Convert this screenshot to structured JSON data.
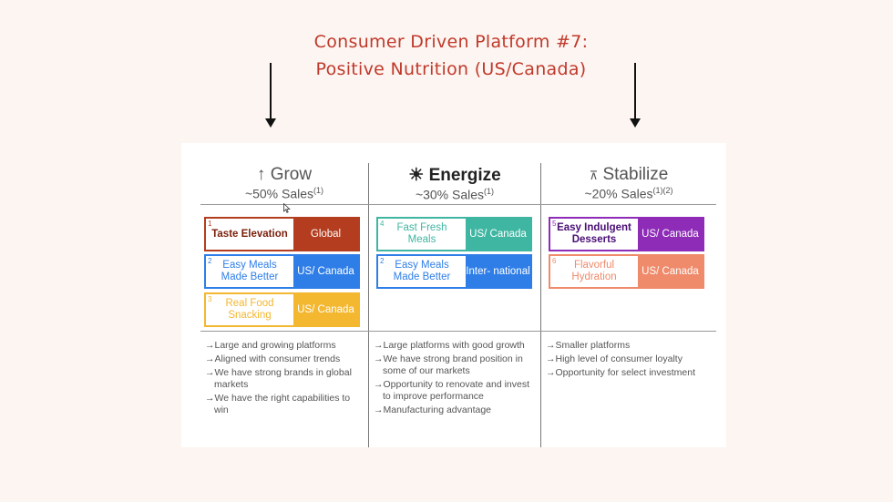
{
  "title": {
    "line1": "Consumer Driven Platform #7:",
    "line2": "Positive Nutrition (US/Canada)"
  },
  "columns": [
    {
      "icon": "up-arrow-icon",
      "name": "Grow",
      "sales": "~50% Sales",
      "footnote": "(1)",
      "platforms": [
        {
          "number": "1",
          "name": "Taste Elevation",
          "region": "Global",
          "color": "#b33d1e"
        },
        {
          "number": "2",
          "name": "Easy Meals Made Better",
          "region": "US/ Canada",
          "color": "#2f7ee8"
        },
        {
          "number": "3",
          "name": "Real Food Snacking",
          "region": "US/ Canada",
          "color": "#f3b730"
        }
      ],
      "bullets": [
        "Large and growing platforms",
        "Aligned with consumer trends",
        "We have strong brands in global markets",
        "We have the right capabilities to win"
      ]
    },
    {
      "icon": "sun-icon",
      "name": "Energize",
      "sales": "~30% Sales",
      "footnote": "(1)",
      "platforms": [
        {
          "number": "4",
          "name": "Fast Fresh Meals",
          "region": "US/ Canada",
          "color": "#3fb6a2"
        },
        {
          "number": "2",
          "name": "Easy Meals Made Better",
          "region": "Inter- national",
          "color": "#2f7ee8"
        }
      ],
      "bullets": [
        "Large platforms with good growth",
        "We have strong brand position in some of our markets",
        "Opportunity to renovate and invest to improve performance",
        "Manufacturing advantage"
      ]
    },
    {
      "icon": "stabilize-icon",
      "name": "Stabilize",
      "sales": "~20% Sales",
      "footnote": "(1)(2)",
      "platforms": [
        {
          "number": "5",
          "name": "Easy Indulgent Desserts",
          "region": "US/ Canada",
          "color": "#8e2cb8"
        },
        {
          "number": "6",
          "name": "Flavorful Hydration",
          "region": "US/ Canada",
          "color": "#ef8a6a"
        }
      ],
      "bullets": [
        "Smaller platforms",
        "High level of consumer loyalty",
        "Opportunity for select investment"
      ]
    }
  ],
  "arrow_glyph": "→"
}
